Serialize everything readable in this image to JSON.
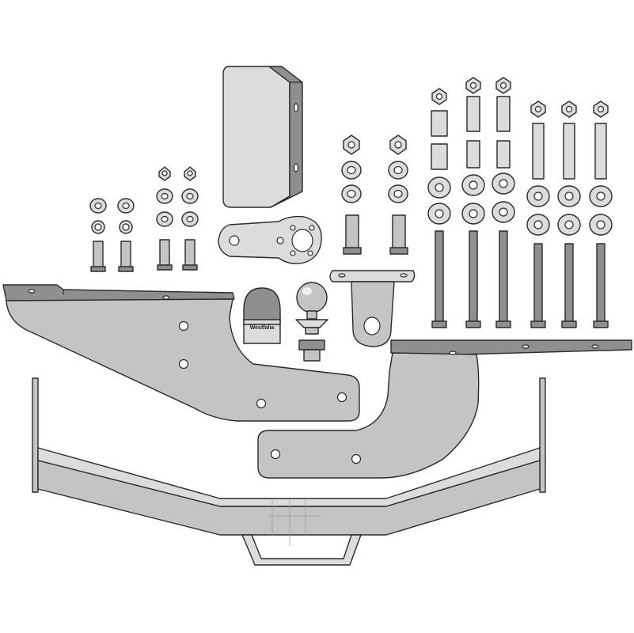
{
  "diagram": {
    "parts": [
      {
        "id": "crossbar",
        "icon": "towbar-crossbar-icon"
      },
      {
        "id": "left-bracket",
        "icon": "left-mounting-bracket-icon"
      },
      {
        "id": "right-bracket",
        "icon": "right-mounting-bracket-icon"
      },
      {
        "id": "electrics-cover-plate",
        "icon": "cover-plate-icon"
      },
      {
        "id": "socket-plate",
        "icon": "socket-plate-icon"
      },
      {
        "id": "ball-cover",
        "icon": "tow-ball-cover-icon",
        "label": "Westfalia"
      },
      {
        "id": "tow-ball",
        "icon": "tow-ball-icon"
      },
      {
        "id": "ball-mount",
        "icon": "ball-mount-plate-icon"
      },
      {
        "id": "hardware",
        "icon": "bolts-nuts-washers-icon"
      }
    ],
    "colors": {
      "steel": "#c4c4c4",
      "steel_dark": "#8f8f8f",
      "outline": "#2a2a2a",
      "background": "#ffffff"
    }
  }
}
